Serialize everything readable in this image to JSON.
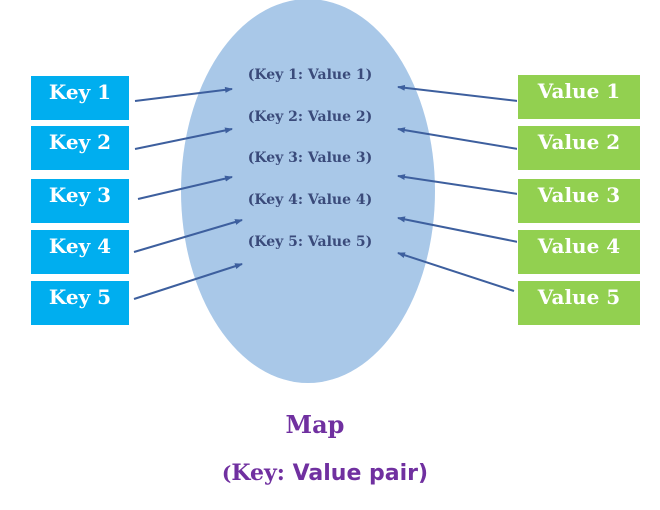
{
  "keys": [
    "Key 1",
    "Key 2",
    "Key 3",
    "Key 4",
    "Key 5"
  ],
  "values": [
    "Value 1",
    "Value 2",
    "Value 3",
    "Value 4",
    "Value 5"
  ],
  "pairs": [
    "(Key 1: Value 1)",
    "(Key 2: Value 2)",
    "(Key 3: Value 3)",
    "(Key 4: Value 4)",
    "(Key 5: Value 5)"
  ],
  "title": "Map",
  "subtitle": {
    "open": "(",
    "key": "Key:",
    "rest": " Value pair)"
  },
  "colors": {
    "key_box": "#00aeef",
    "value_box": "#92d050",
    "ellipse": "#a9c8e8",
    "arrow": "#3d5f9e",
    "title": "#7030a0"
  }
}
